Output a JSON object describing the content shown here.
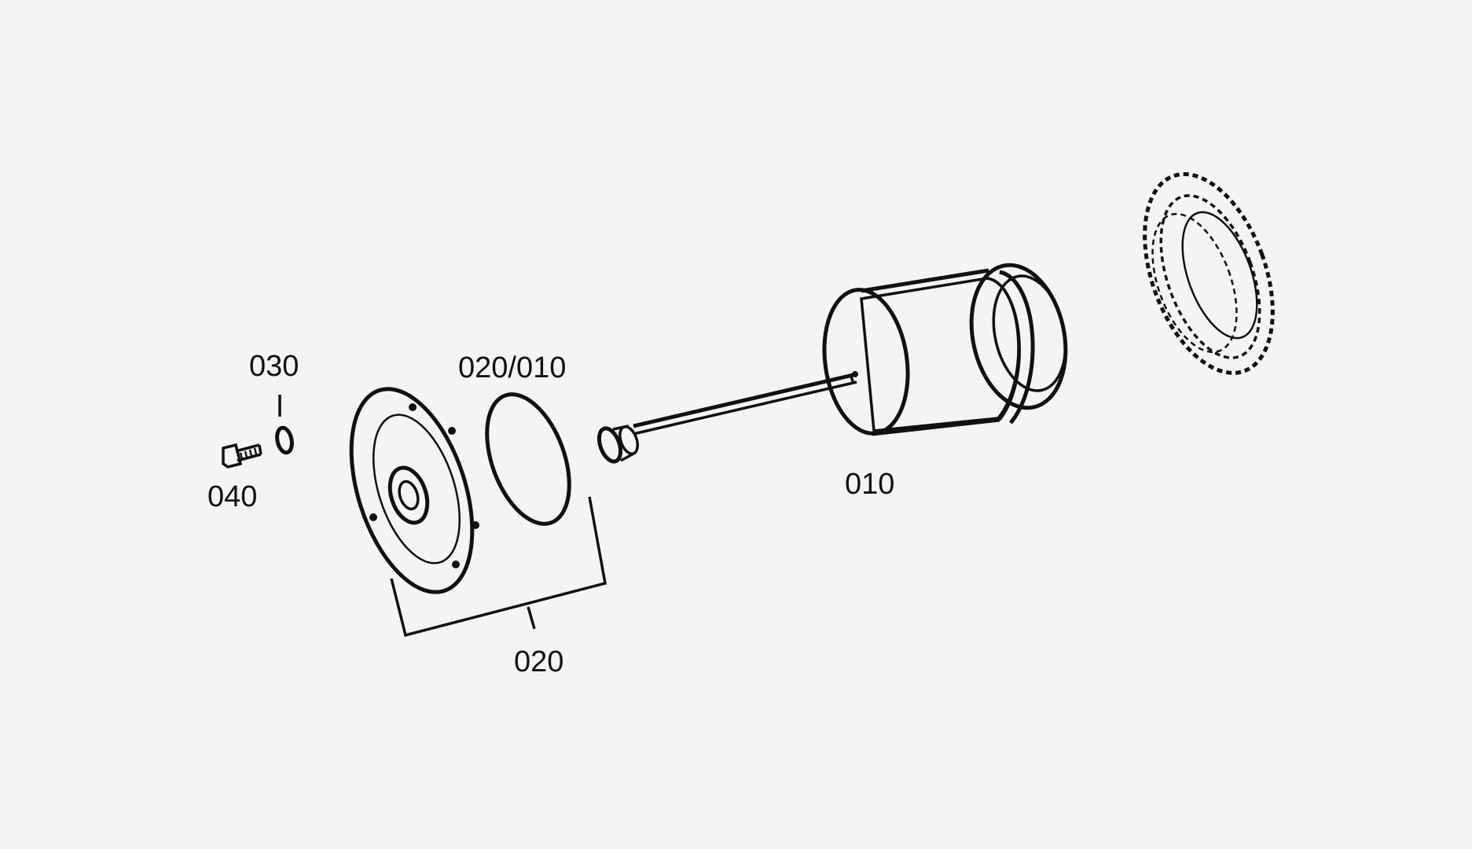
{
  "labels": {
    "part_030": "030",
    "part_040": "040",
    "part_020_010": "020/010",
    "part_020": "020",
    "part_010": "010"
  },
  "colors": {
    "background": "#f4f4f4",
    "line": "#111111",
    "fill": "#ffffff"
  }
}
